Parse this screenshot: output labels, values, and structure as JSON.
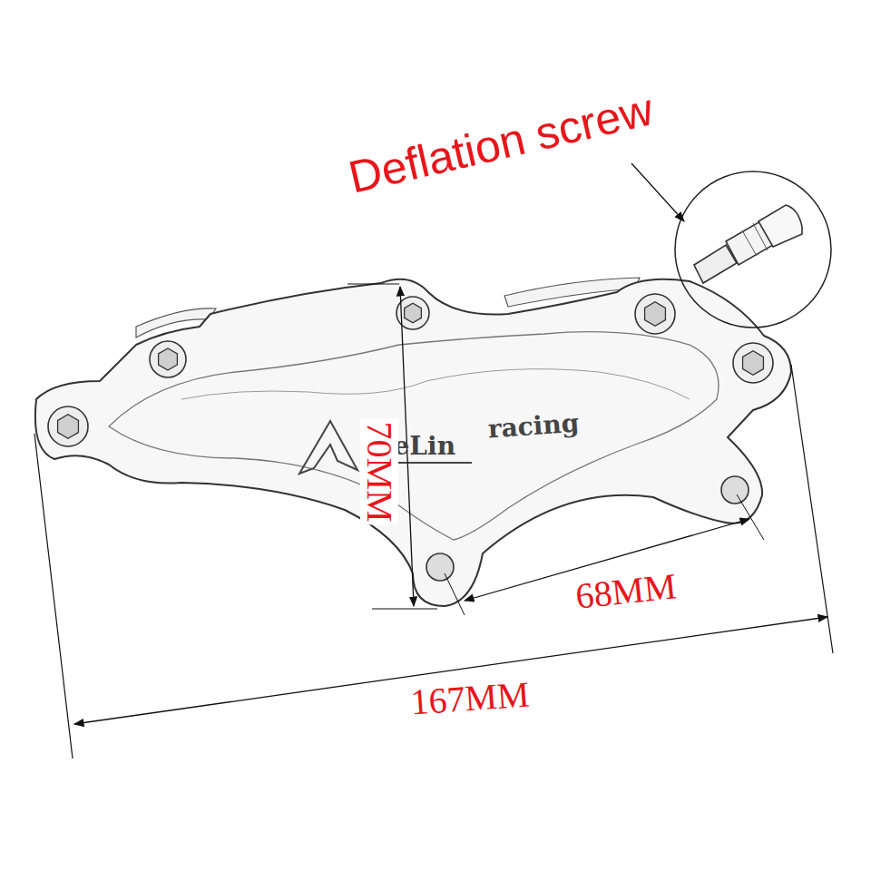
{
  "diagram": {
    "labels": [
      "Deflation screw",
      "deLin",
      "racing",
      "70MM",
      "68MM",
      "167MM"
    ]
  }
}
